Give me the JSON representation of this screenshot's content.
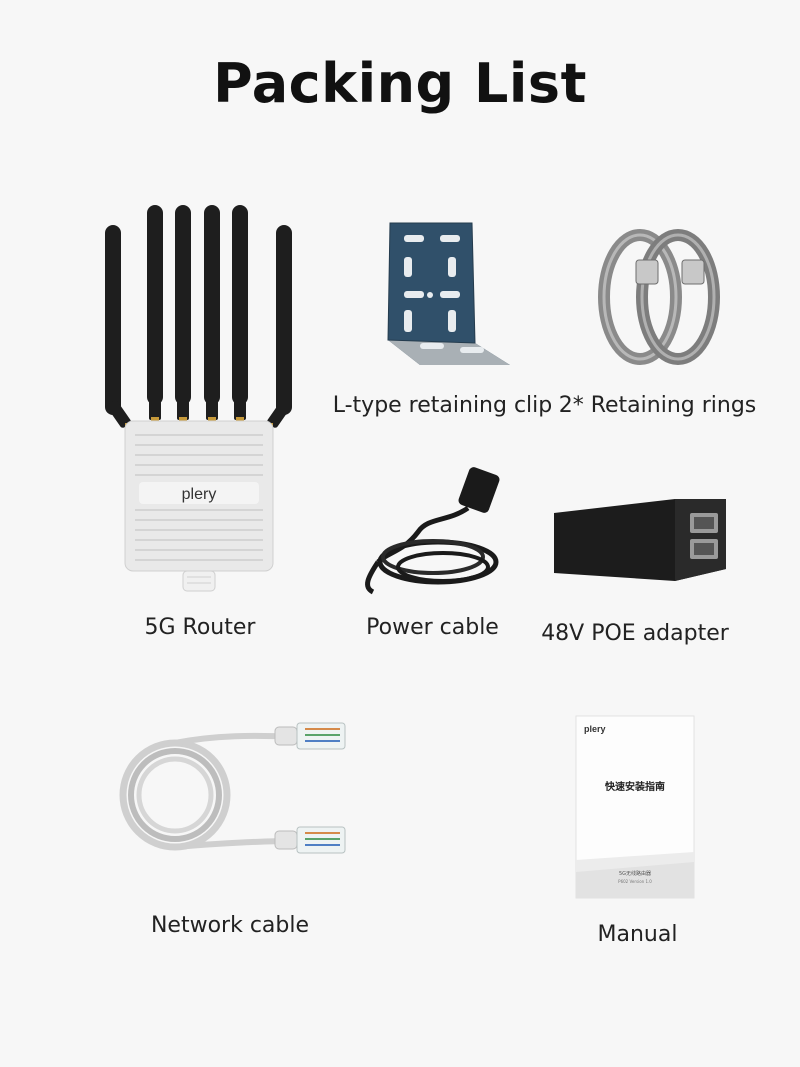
{
  "page": {
    "title": "Packing List"
  },
  "items": [
    {
      "label": "5G Router",
      "icon": "router-icon",
      "brand": "plery"
    },
    {
      "label": "L-type retaining clip",
      "icon": "l-bracket-icon"
    },
    {
      "label": "2* Retaining rings",
      "icon": "hose-clamp-icon"
    },
    {
      "label": "Power cable",
      "icon": "power-cable-icon"
    },
    {
      "label": "48V POE adapter",
      "icon": "poe-adapter-icon"
    },
    {
      "label": "Network cable",
      "icon": "network-cable-icon"
    },
    {
      "label": "Manual",
      "icon": "manual-icon",
      "brand": "plery",
      "cover_title": "快速安装指南",
      "cover_subtitle": "5G无线路由器",
      "cover_version": "P602 Version 1.0"
    }
  ],
  "colors": {
    "background": "#f7f7f7",
    "antenna": "#1e1e1e",
    "router_body": "#e9e9e9",
    "bracket": "#2f4a5e",
    "clamp": "#8a8a8a",
    "adapter": "#1c1c1c"
  }
}
